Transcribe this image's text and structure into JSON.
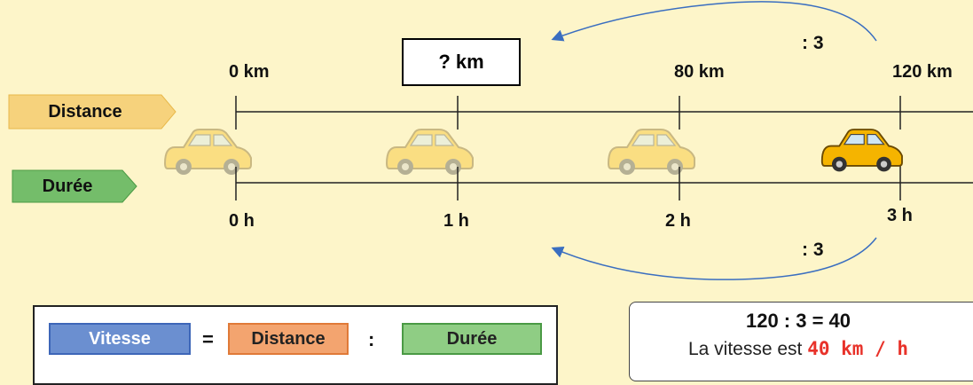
{
  "distance_label": "Distance",
  "duree_label": "Durée",
  "question_box": "? km",
  "distance_ticks": [
    "0 km",
    "80 km",
    "120 km"
  ],
  "duree_ticks": [
    "0 h",
    "1 h",
    "2 h",
    "3 h"
  ],
  "top_operator": ": 3",
  "bottom_operator": ": 3",
  "formula": {
    "vitesse": "Vitesse",
    "equals": "=",
    "distance": "Distance",
    "divide": ":",
    "duree": "Durée"
  },
  "result": {
    "calculation": "120 : 3 = 40",
    "sentence_prefix": "La vitesse est ",
    "speed": "40 km / h"
  },
  "colors": {
    "background": "#fdf5c9",
    "distance_fill": "#f6d27c",
    "duree_fill": "#74bd6a",
    "vitesse_fill": "#6b8fd0",
    "formula_distance_fill": "#f3a46f",
    "formula_duree_fill": "#8fcd84",
    "arrow": "#3a6ec0",
    "speed_text": "#e8322a",
    "car": "#f5b400"
  },
  "icons": [
    "car-icon"
  ]
}
